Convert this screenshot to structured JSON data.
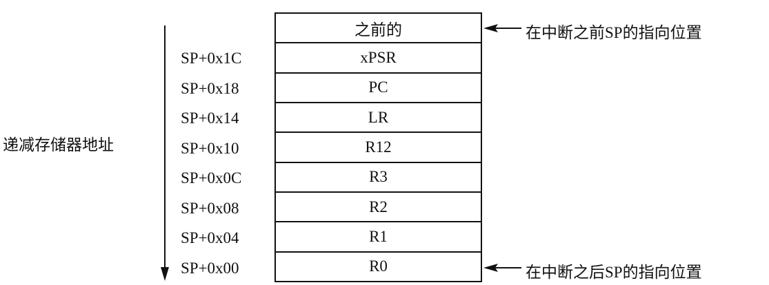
{
  "side_label": "递减存储器地址",
  "cells": [
    "之前的",
    "xPSR",
    "PC",
    "LR",
    "R12",
    "R3",
    "R2",
    "R1",
    "R0"
  ],
  "offsets": [
    "SP+0x1C",
    "SP+0x18",
    "SP+0x14",
    "SP+0x10",
    "SP+0x0C",
    "SP+0x08",
    "SP+0x04",
    "SP+0x00"
  ],
  "notes": {
    "before": "在中断之前SP的指向位置",
    "after": "在中断之后SP的指向位置"
  }
}
